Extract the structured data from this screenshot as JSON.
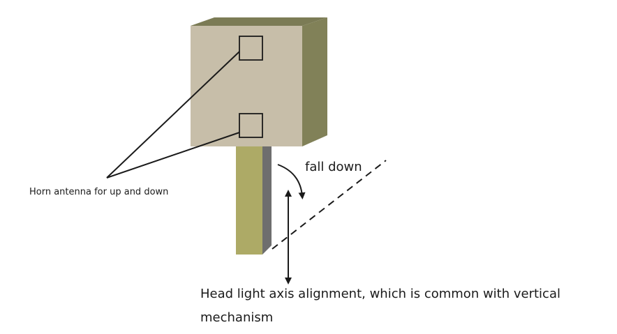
{
  "labels": {
    "horn_antenna": "Horn antenna for up and down",
    "fall_down": "fall down",
    "axis_alignment": "Head light axis alignment, which is common with vertical mechanism"
  },
  "colors": {
    "box_front": "#c7bea9",
    "box_top": "#7b7b55",
    "box_side": "#818158",
    "pole_front": "#adaa66",
    "pole_side": "#6e6e6e",
    "line": "#1a1a1a"
  }
}
